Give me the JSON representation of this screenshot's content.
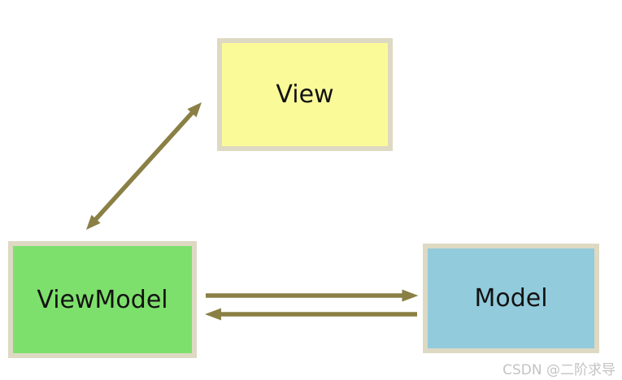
{
  "diagram": {
    "type": "mvvm-architecture",
    "nodes": [
      {
        "id": "view",
        "label": "View",
        "fill": "#fafa99"
      },
      {
        "id": "viewmodel",
        "label": "ViewModel",
        "fill": "#7ee06c"
      },
      {
        "id": "model",
        "label": "Model",
        "fill": "#92cbdb"
      }
    ],
    "edges": [
      {
        "id": "viewmodel-view",
        "from": "ViewModel",
        "to": "View",
        "direction": "bidirectional"
      },
      {
        "id": "viewmodel-to-model",
        "from": "ViewModel",
        "to": "Model",
        "direction": "one-way"
      },
      {
        "id": "model-to-viewmodel",
        "from": "Model",
        "to": "ViewModel",
        "direction": "one-way"
      }
    ],
    "colors": {
      "arrow": "#8a8045",
      "node_border": "#ded9c3",
      "node_text": "#121212",
      "background": "#ffffff"
    }
  },
  "watermark": {
    "text": "CSDN @二阶求导",
    "color": "#c3c3c3"
  }
}
